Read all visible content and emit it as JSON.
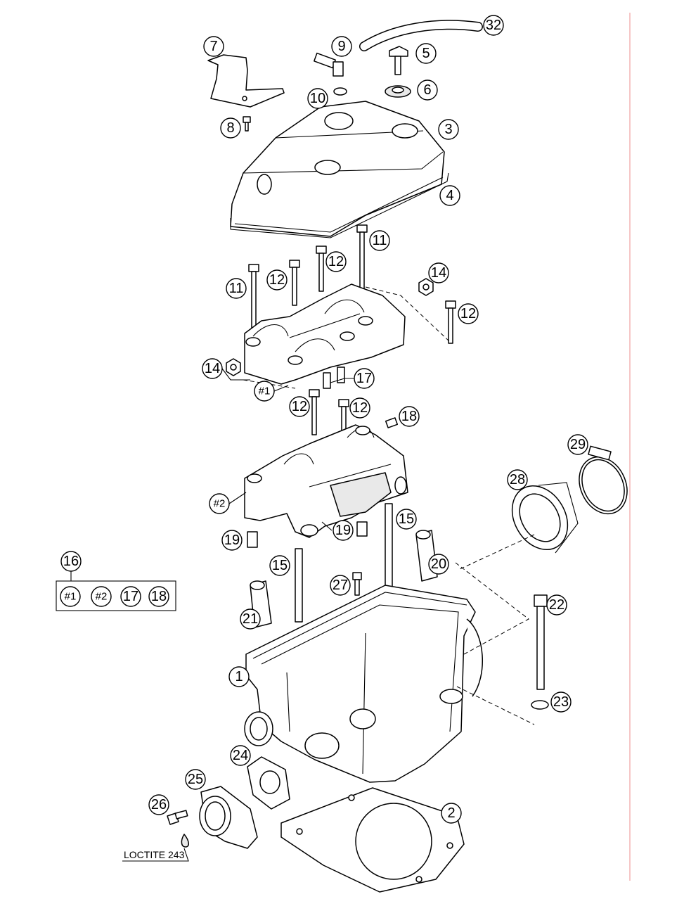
{
  "parts": {
    "p1": "1",
    "p2": "2",
    "p3": "3",
    "p4": "4",
    "p5": "5",
    "p6": "6",
    "p7": "7",
    "p8": "8",
    "p9": "9",
    "p10": "10",
    "p11": "11",
    "p12": "12",
    "p14": "14",
    "p15": "15",
    "p16": "16",
    "p17": "17",
    "p18": "18",
    "p19": "19",
    "p20": "20",
    "p21": "21",
    "p22": "22",
    "p23": "23",
    "p24": "24",
    "p25": "25",
    "p26": "26",
    "p27": "27",
    "p28": "28",
    "p29": "29",
    "p32": "32"
  },
  "sub_assemblies": {
    "a1": "#1",
    "a2": "#2"
  },
  "kit": {
    "label": "16",
    "items": [
      "#1",
      "#2",
      "17",
      "18"
    ]
  },
  "note": {
    "loctite": "LOCTITE 243"
  },
  "colors": {
    "line": "#000000",
    "background": "#ffffff",
    "margin_line": "#f0a0a0"
  }
}
